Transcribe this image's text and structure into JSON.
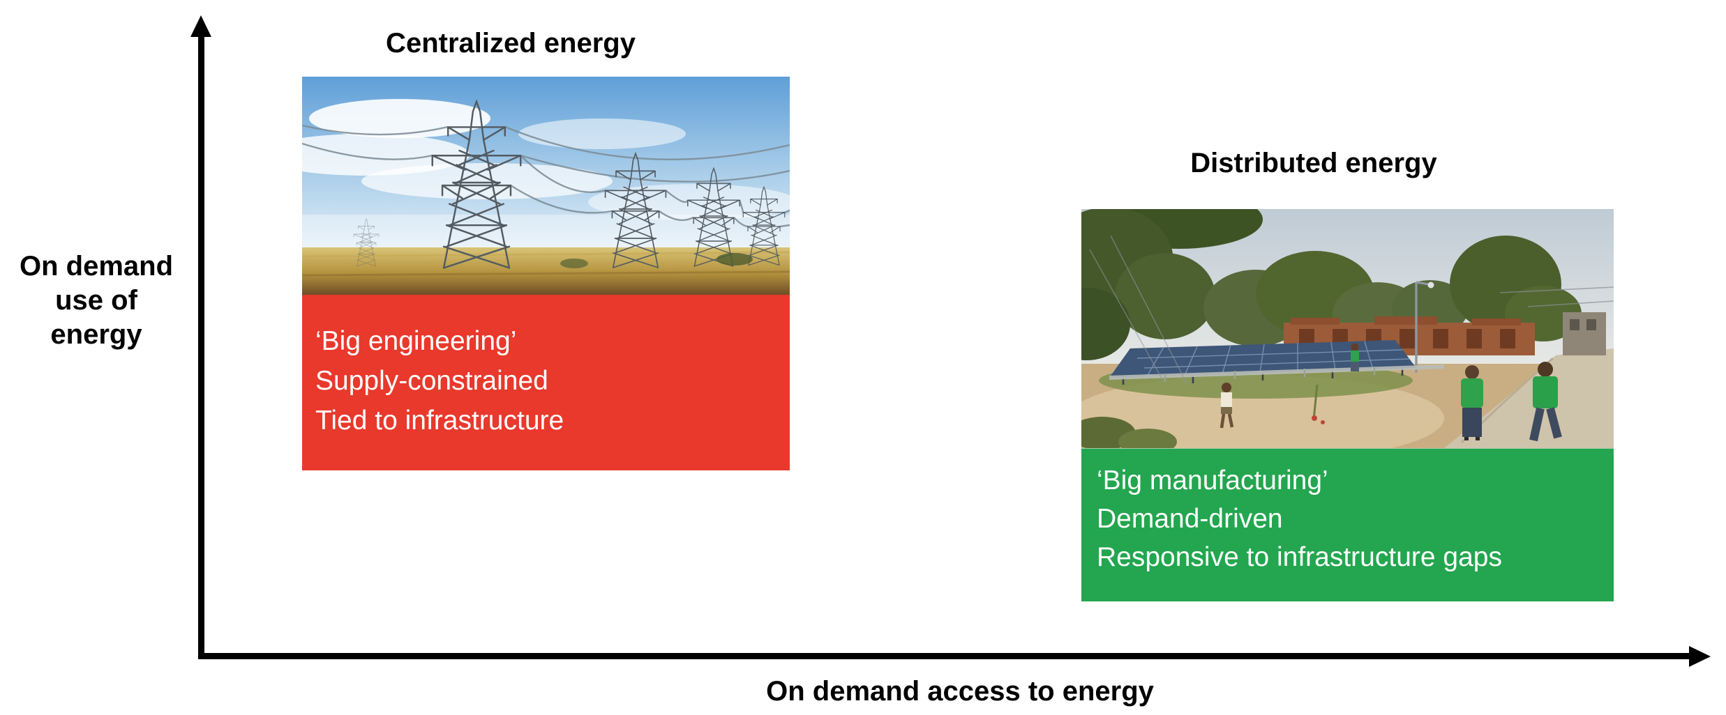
{
  "diagram": {
    "axis_color": "#000000",
    "y_axis": {
      "label_lines": [
        "On demand",
        "use of",
        "energy"
      ]
    },
    "x_axis": {
      "label": "On demand access to energy"
    }
  },
  "centralized": {
    "title": "Centralized energy",
    "photo_label": "high-voltage transmission pylons in a field",
    "box_color": "#e8392c",
    "text_color": "#ffffff",
    "bullets": [
      "‘Big engineering’",
      "Supply-constrained",
      "Tied to infrastructure"
    ]
  },
  "distributed": {
    "title": "Distributed energy",
    "photo_label": "village solar mini-grid with people",
    "box_color": "#23a64f",
    "text_color": "#ffffff",
    "bullets": [
      "‘Big manufacturing’",
      "Demand-driven",
      "Responsive to infrastructure gaps"
    ]
  }
}
